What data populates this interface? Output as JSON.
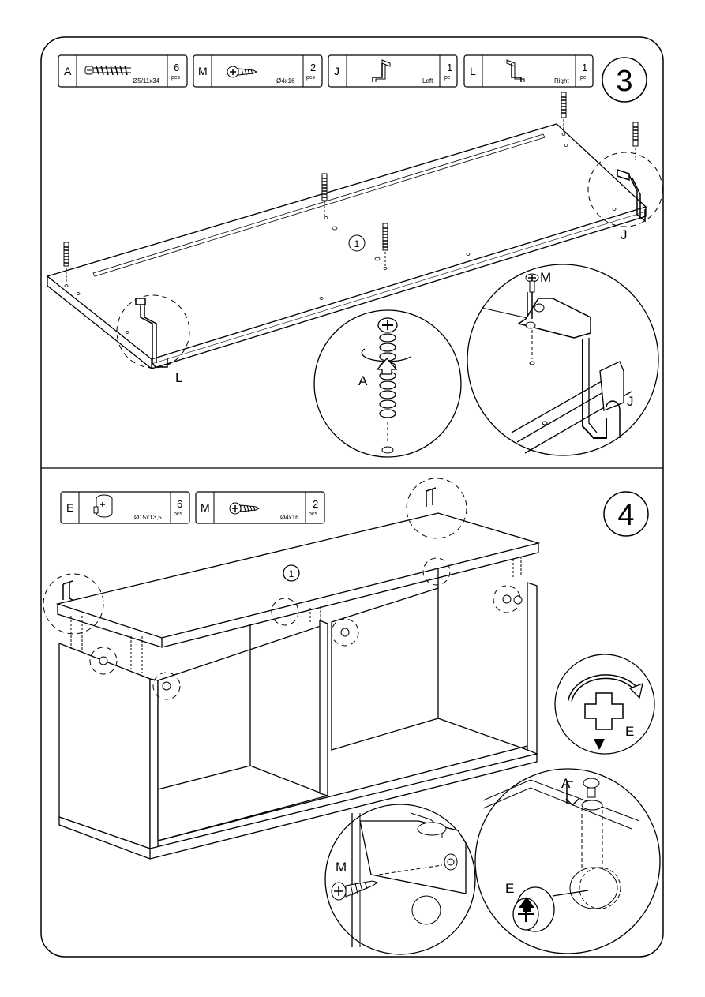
{
  "step3": {
    "number": "3",
    "parts": [
      {
        "letter": "A",
        "spec": "Ø5/11x34",
        "qty": "6",
        "unit": "pcs",
        "icon": "cam-bolt-icon"
      },
      {
        "letter": "M",
        "spec": "Ø4x16",
        "qty": "2",
        "unit": "pcs",
        "icon": "screw-icon"
      },
      {
        "letter": "J",
        "spec": "Left",
        "qty": "1",
        "unit": "pc",
        "icon": "bracket-icon"
      },
      {
        "letter": "L",
        "spec": "Right",
        "qty": "1",
        "unit": "pc",
        "icon": "bracket-icon"
      }
    ],
    "board_ref": "1",
    "callouts": {
      "L": "L",
      "J": "J",
      "A": "A",
      "M": "M",
      "J_detail": "J"
    }
  },
  "step4": {
    "number": "4",
    "parts": [
      {
        "letter": "E",
        "spec": "Ø15x13,5",
        "qty": "6",
        "unit": "pcs",
        "icon": "cam-lock-icon"
      },
      {
        "letter": "M",
        "spec": "Ø4x16",
        "qty": "2",
        "unit": "pcs",
        "icon": "screw-icon"
      }
    ],
    "board_ref": "1",
    "callouts": {
      "E_rotate": "E",
      "M": "M",
      "A": "A",
      "E": "E"
    }
  },
  "colors": {
    "line": "#000000",
    "panel_fill": "#ffffff",
    "frame": "#000000"
  }
}
